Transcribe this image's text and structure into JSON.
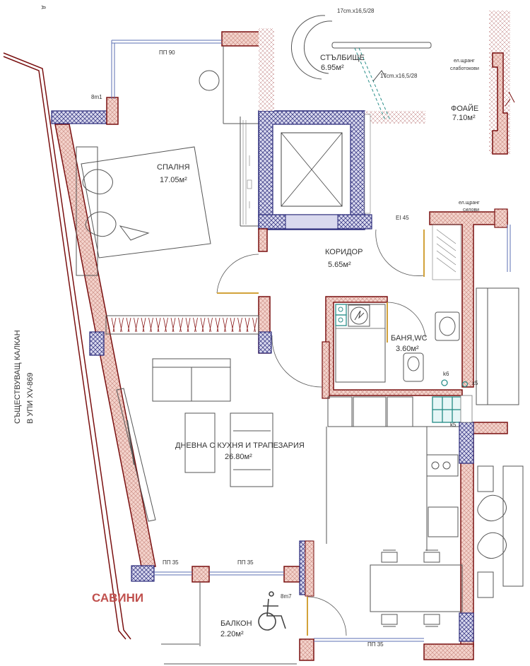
{
  "colors": {
    "wall_fill": "#f4d3cc",
    "wall_stroke": "#7a1010",
    "column_fill": "#d9d9ee",
    "column_stroke": "#2a2a7a",
    "window": "#5b6fb3",
    "door": "#d2a23a",
    "teal": "#2b8f8a",
    "brand": "#c0504d",
    "line": "#555555"
  },
  "rooms": {
    "bedroom": {
      "name": "СПАЛНЯ",
      "area": "17.05м²"
    },
    "corridor": {
      "name": "КОРИДОР",
      "area": "5.65м²"
    },
    "bathroom": {
      "name": "БАНЯ,WC",
      "area": "3.60м²"
    },
    "living": {
      "name": "ДНЕВНА С КУХНЯ И ТРАПЕЗАРИЯ",
      "area": "26.80м²"
    },
    "balcony": {
      "name": "БАЛКОН",
      "area": "2.20м²"
    },
    "stairs": {
      "name": "СТЪЛБИЩЕ",
      "area": "6.95м²"
    },
    "foyer": {
      "name": "ФОАЙЕ",
      "area": "7.10м²"
    }
  },
  "notes": {
    "stair_size_top": "17cm.x16,5/28",
    "stair_size_mid": "17cm.x16,5/28",
    "pp90": "ПП 90",
    "pp35_left": "ПП 35",
    "pp35_mid": "ПП 35",
    "pp35_bottom": "ПП 35",
    "bm1": "8m1",
    "bm7": "8m7",
    "k6": "k6",
    "k5": "k5",
    "x5": "x5",
    "ei45": "EI 45",
    "el_weak_1": "ел.щранг",
    "el_weak_2": "слаботокови",
    "el_power_1": "ел.щранг",
    "el_power_2": "силови",
    "party_wall_1": "СЪЩЕСТВУВАЩ КАЛКАН",
    "party_wall_2": "В УПИ XV-869",
    "corner_mark": "д"
  },
  "brand": "САВИНИ"
}
